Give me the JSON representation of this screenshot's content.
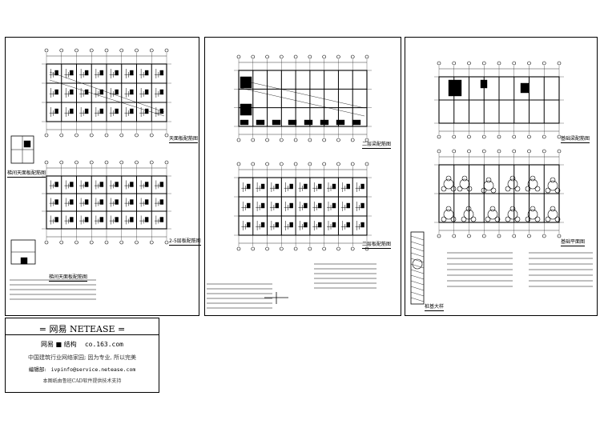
{
  "sheets": {
    "sheet1": {
      "labels": [
        "天面板配筋图",
        "梯间天面板配筋图",
        "梯间天面板配筋图",
        "2-5层板配筋图"
      ]
    },
    "sheet2": {
      "labels": [
        "二层梁配筋图",
        "二层板配筋图"
      ]
    },
    "sheet3": {
      "labels": [
        "基础梁配筋图",
        "基础平面图",
        "桩基大样"
      ]
    }
  },
  "stamp": {
    "title": "= 网易  NETEASE =",
    "brand": "网易 ■ 结构",
    "site": "co.163.com",
    "slogan": "中国建筑行业网络家园; 因为专业, 所以完美",
    "editor_label": "编辑部:",
    "email": "ivpinfo@service.netease.com",
    "footer": "本图纸由鲁班CAD软件提供技术支持"
  }
}
